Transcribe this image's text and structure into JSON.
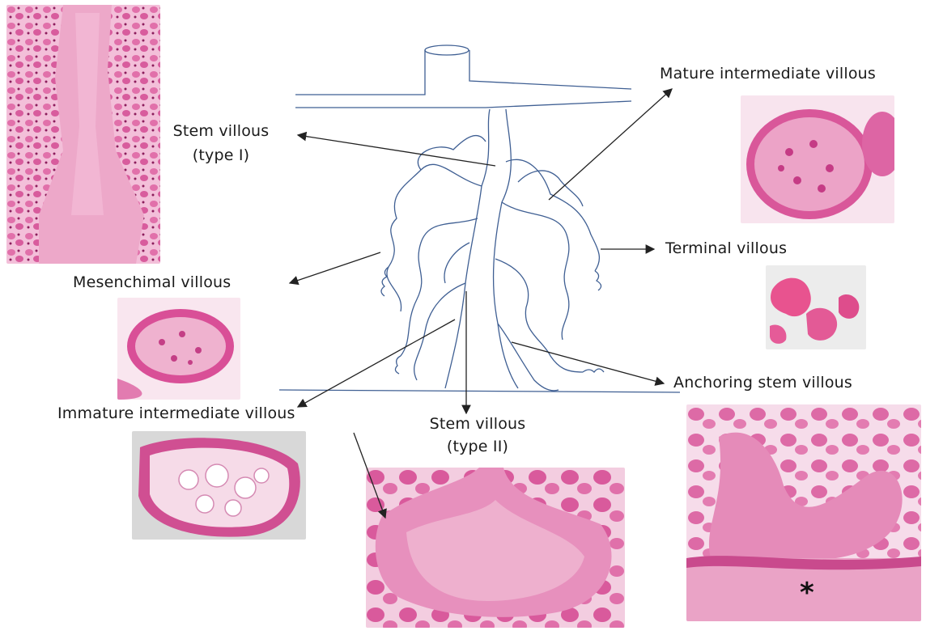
{
  "labels": {
    "stem_type1_line1": "Stem villous",
    "stem_type1_line2": "(type I)",
    "mature_intermediate": "Mature intermediate villous",
    "terminal": "Terminal villous",
    "mesenchimal": "Mesenchimal villous",
    "anchoring": "Anchoring stem villous",
    "immature_intermediate": "Immature intermediate villous",
    "stem_type2_line1": "Stem villous",
    "stem_type2_line2": "(type II)",
    "asterisk": "*"
  },
  "colors": {
    "tissue_pink": "#e77fb4",
    "tissue_deep": "#c8407f",
    "background_light": "#f6dbe8",
    "tree_outline": "#3f5f93",
    "arrow": "#222222"
  }
}
